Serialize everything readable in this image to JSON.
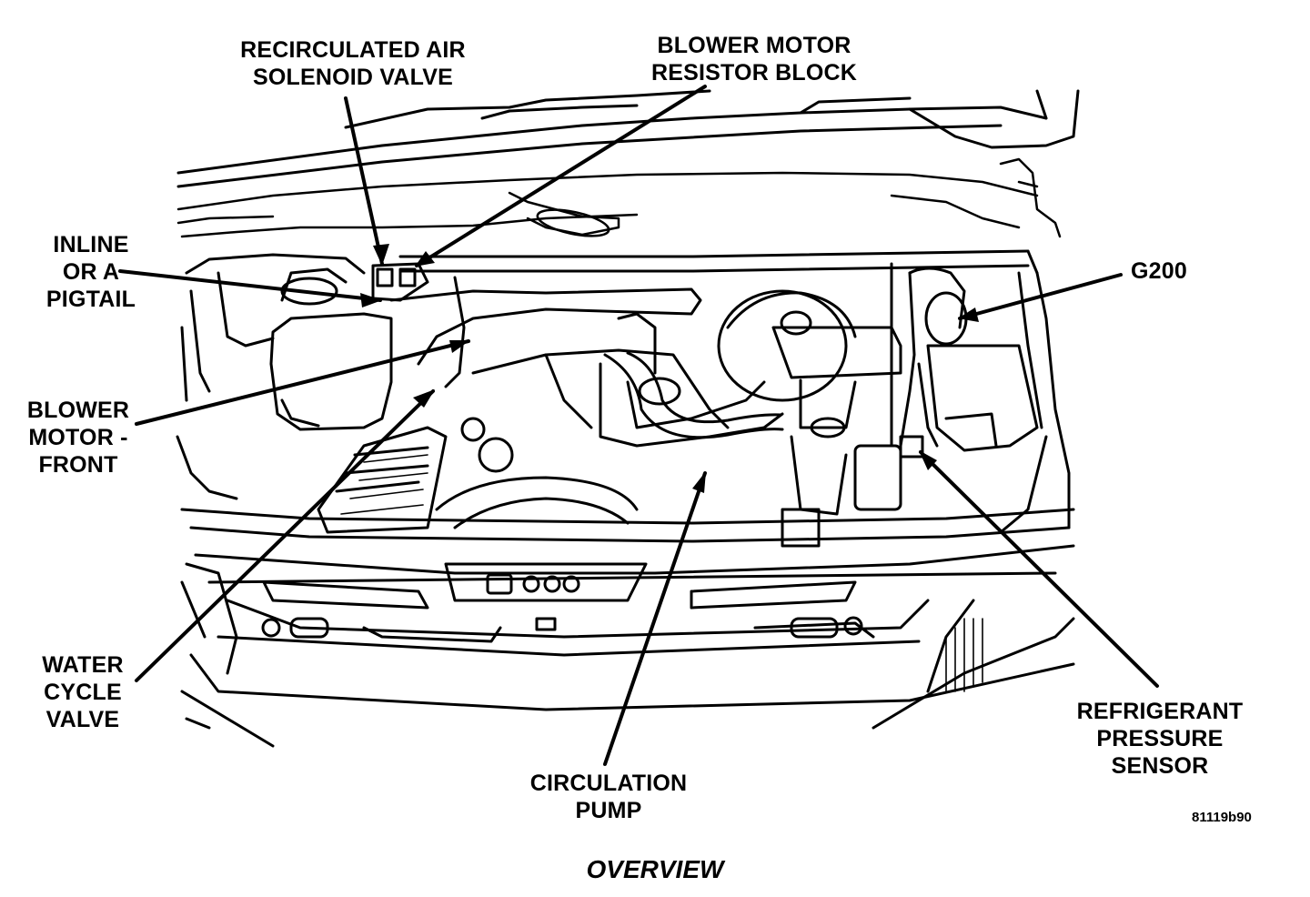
{
  "labels": {
    "recirculated_air_solenoid_valve": [
      "RECIRCULATED AIR",
      "SOLENOID VALVE"
    ],
    "blower_motor_resistor_block": [
      "BLOWER MOTOR",
      "RESISTOR BLOCK"
    ],
    "inline_or_a_pigtail": [
      "INLINE",
      "OR A",
      "PIGTAIL"
    ],
    "g200": [
      "G200"
    ],
    "blower_motor_front": [
      "BLOWER",
      "MOTOR -",
      "FRONT"
    ],
    "water_cycle_valve": [
      "WATER",
      "CYCLE",
      "VALVE"
    ],
    "circulation_pump": [
      "CIRCULATION",
      "PUMP"
    ],
    "refrigerant_pressure_sensor": [
      "REFRIGERANT",
      "PRESSURE",
      "SENSOR"
    ]
  },
  "figure_code": "81119b90",
  "caption": "OVERVIEW",
  "colors": {
    "ink": "#000000",
    "paper": "#ffffff"
  }
}
